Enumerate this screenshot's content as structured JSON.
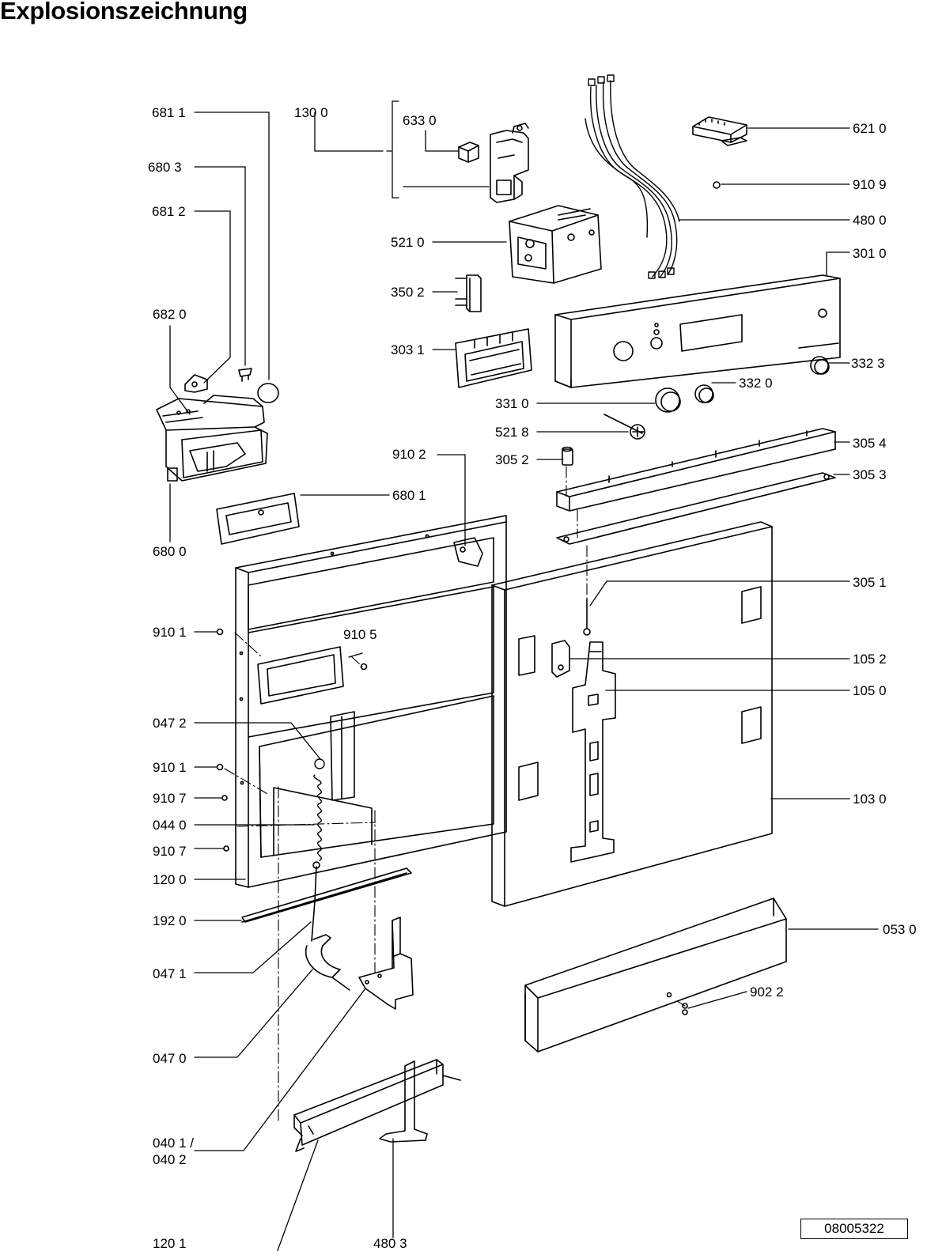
{
  "title": "Explosionszeichnung",
  "document_number": "08005322",
  "parts": {
    "p6811": "681 1",
    "p1300": "130 0",
    "p6330": "633 0",
    "p6210": "621 0",
    "p6803": "680 3",
    "p9109": "910 9",
    "p6812": "681 2",
    "p4800": "480 0",
    "p5210": "521 0",
    "p3010": "301 0",
    "p3502": "350 2",
    "p6820": "682 0",
    "p3031": "303 1",
    "p3323": "332 3",
    "p3320": "332 0",
    "p3310": "331 0",
    "p5218": "521 8",
    "p9102": "910 2",
    "p3052": "305 2",
    "p3054": "305 4",
    "p3053": "305 3",
    "p6801": "680 1",
    "p6800": "680 0",
    "p3051": "305 1",
    "p9101a": "910 1",
    "p9105": "910 5",
    "p1052": "105 2",
    "p1050": "105 0",
    "p0472": "047 2",
    "p9101b": "910 1",
    "p9107a": "910 7",
    "p1030": "103 0",
    "p0440": "044 0",
    "p9107b": "910 7",
    "p1200": "120 0",
    "p1920": "192 0",
    "p0530": "053 0",
    "p0471": "047 1",
    "p9022": "902 2",
    "p0470": "047 0",
    "p0401": "040 1 /",
    "p0402": "040 2",
    "p1201": "120 1",
    "p4803": "480 3"
  }
}
